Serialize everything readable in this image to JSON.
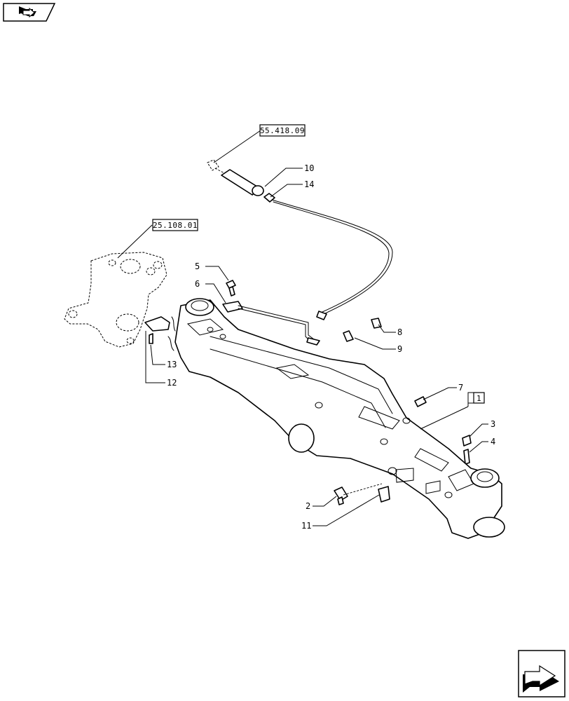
{
  "diagram": {
    "reference_boxes": [
      {
        "id": "ref-55-418-09",
        "text": "55.418.09"
      },
      {
        "id": "ref-25-108-01",
        "text": "25.108.01"
      },
      {
        "id": "ref-1",
        "text": "1"
      }
    ],
    "callouts": [
      {
        "id": "2",
        "text": "2"
      },
      {
        "id": "3",
        "text": "3"
      },
      {
        "id": "4",
        "text": "4"
      },
      {
        "id": "5",
        "text": "5"
      },
      {
        "id": "6",
        "text": "6"
      },
      {
        "id": "7",
        "text": "7"
      },
      {
        "id": "8",
        "text": "8"
      },
      {
        "id": "9",
        "text": "9"
      },
      {
        "id": "10",
        "text": "10"
      },
      {
        "id": "11",
        "text": "11"
      },
      {
        "id": "12",
        "text": "12"
      },
      {
        "id": "13",
        "text": "13"
      },
      {
        "id": "14",
        "text": "14"
      }
    ]
  },
  "nav": {
    "top_left_icon": "book-arrow-icon",
    "bottom_right_icon": "next-page-arrow-icon"
  }
}
